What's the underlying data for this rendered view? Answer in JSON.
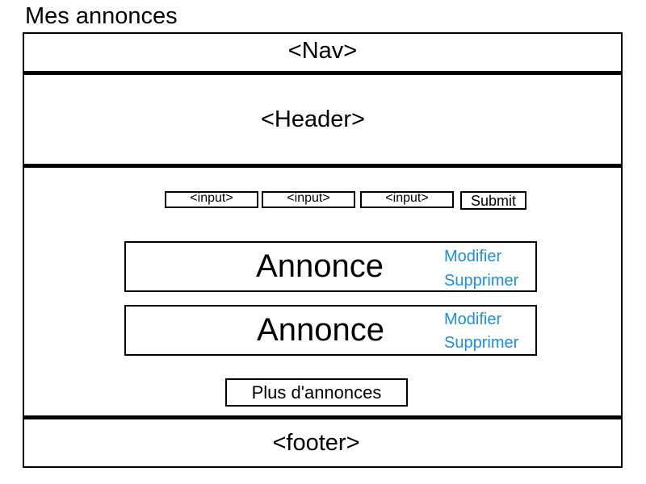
{
  "page": {
    "title": "Mes annonces"
  },
  "nav": {
    "label": "<Nav>"
  },
  "header": {
    "label": "<Header>"
  },
  "filters": {
    "inputs": [
      "<input>",
      "<input>",
      "<input>"
    ],
    "submit_label": "Submit"
  },
  "annonces": [
    {
      "title": "Annonce",
      "edit_label": "Modifier",
      "delete_label": "Supprimer"
    },
    {
      "title": "Annonce",
      "edit_label": "Modifier",
      "delete_label": "Supprimer"
    }
  ],
  "more_button": {
    "label": "Plus d'annonces"
  },
  "footer": {
    "label": "<footer>"
  },
  "colors": {
    "link": "#1a8fe3",
    "border": "#000000"
  }
}
